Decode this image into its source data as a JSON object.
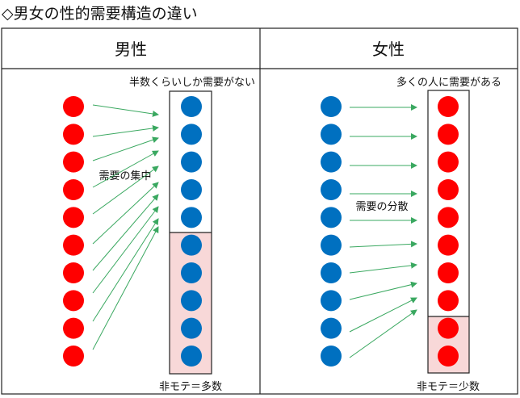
{
  "title": "◇男女の性的需要構造の違い",
  "colors": {
    "red": "#ff0000",
    "blue": "#0070c0",
    "arrow": "#3aa860",
    "pink": "#f8d8d8"
  },
  "panels": [
    {
      "header": "男性",
      "top_label": "半数くらいしか需要がない",
      "middle_label": "需要の集中",
      "bottom_label": "非モテ＝多数",
      "left_color": "red",
      "right_color": "blue",
      "count": 10,
      "in_demand": 5,
      "not_in_demand": 5
    },
    {
      "header": "女性",
      "top_label": "多くの人に需要がある",
      "middle_label": "需要の分散",
      "bottom_label": "非モテ＝少数",
      "left_color": "blue",
      "right_color": "red",
      "count": 10,
      "in_demand": 8,
      "not_in_demand": 2
    }
  ]
}
